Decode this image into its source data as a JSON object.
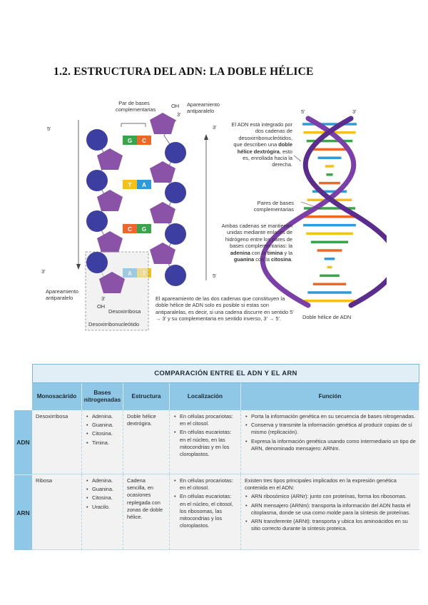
{
  "title": "1.2. ESTRUCTURA DEL ADN: LA DOBLE HÉLICE",
  "figure": {
    "label_par_bases": "Par de bases\ncomplementarias",
    "label_oh_top": "OH",
    "label_3_top": "3'",
    "label_apareamiento_top": "Apareamiento\nantiparalelo",
    "label_5_left": "5'",
    "label_3_right_top": "3'",
    "label_3_left_bottom": "3'",
    "label_5_right_bottom": "5'",
    "label_apareamiento_bottom": "Apareamiento\nantiparalelo",
    "label_oh_bottom": "OH",
    "label_3_bottom": "3'",
    "label_desoxirribosa": "Desoxirribosa",
    "label_desoxirribonucleotido": "Desoxirribonucleótido",
    "text_adn_integrado_1": "El ADN está integrado por dos cadenas de desoxirribonucleótidos, que describen una ",
    "text_adn_integrado_bold": "doble hélice dextrógira",
    "text_adn_integrado_2": ", esto es, enrollada hacia la derecha.",
    "label_pares_bases": "Pares de bases complementarias",
    "text_ambas_1": "Ambas cadenas se mantienen unidas mediante enlaces de hidrógeno entre los pares de bases complementarias: la ",
    "text_ambas_b1": "adenina",
    "text_ambas_2": " con la ",
    "text_ambas_b2": "timina",
    "text_ambas_3": " y la ",
    "text_ambas_b3": "guanina",
    "text_ambas_4": " con la ",
    "text_ambas_b4": "citosina",
    "text_ambas_5": ".",
    "text_apareamiento_caption": "El apareamiento de las dos cadenas que constituyen la doble hélice de ADN solo es posible si estas son antiparalelas, es decir, si una cadena discurre en sentido 5' → 3' y su complementaria en sentido inverso, 3' → 5'.",
    "label_helix_5": "5'",
    "label_helix_3": "3'",
    "label_doble_helice": "Doble hélice de ADN",
    "bases": [
      {
        "left": "G",
        "right": "C",
        "left_color": "#3aa44a",
        "right_color": "#e8692a"
      },
      {
        "left": "T",
        "right": "A",
        "left_color": "#f2c21b",
        "right_color": "#2e9ad6"
      },
      {
        "left": "C",
        "right": "G",
        "left_color": "#e8692a",
        "right_color": "#3aa44a"
      },
      {
        "left": "A",
        "right": "T",
        "left_color": "#2e9ad6",
        "right_color": "#f2c21b"
      }
    ],
    "colors": {
      "phosphate": "#3d3fa0",
      "sugar": "#8a53a8"
    }
  },
  "table": {
    "title": "COMPARACIÓN ENTRE EL ADN Y EL ARN",
    "columns": [
      "Monosacárido",
      "Bases nitrogenadas",
      "Estructura",
      "Localización",
      "Función"
    ],
    "rows": [
      {
        "name": "ADN",
        "monosacarido": "Desoxirribosa",
        "bases": [
          "Adenina.",
          "Guanina.",
          "Citosina.",
          "Timina."
        ],
        "estructura": "Doble hélice dextrógira.",
        "localizacion": [
          "En células procariotas: en el citosol.",
          "En células eucariotas: en el núcleo, en las mitocondrias y en los cloroplastos."
        ],
        "funcion_intro": "",
        "funcion": [
          "Porta la información genética en su secuencia de bases nitrogenadas.",
          "Conserva y transmite la información genética al producir copias de sí mismo (replicación).",
          "Expresa la información genética usando como intermediario un tipo de ARN, denominado mensajero: ARNm."
        ]
      },
      {
        "name": "ARN",
        "monosacarido": "Ribosa",
        "bases": [
          "Adenina.",
          "Guanina.",
          "Citosina.",
          "Uracilo."
        ],
        "estructura": "Cadena sencilla, en ocasiones replegada con zonas de doble hélice.",
        "localizacion": [
          "En células procariotas: en el citosol.",
          "En células eucariotas: en el núcleo, el citosol, los ribosomas, las mitocondrias y los cloroplastos."
        ],
        "funcion_intro": "Existen tres tipos principales implicados en la expresión genética contenida en el ADN:",
        "funcion": [
          "ARN ribosómico (ARNr): junto con proteínas, forma los ribosomas.",
          "ARN mensajero (ARNm): transporta la información del ADN hasta el citoplasma, donde se usa como molde para la síntesis de proteínas.",
          "ARN transferente (ARNt): transporta y ubica los aminoácidos en su sitio correcto durante la síntesis proteica."
        ]
      }
    ],
    "colors": {
      "header_bg": "#8ec8e6",
      "title_bg": "#e2eef6",
      "cell_bg": "#f2f2f2"
    }
  }
}
